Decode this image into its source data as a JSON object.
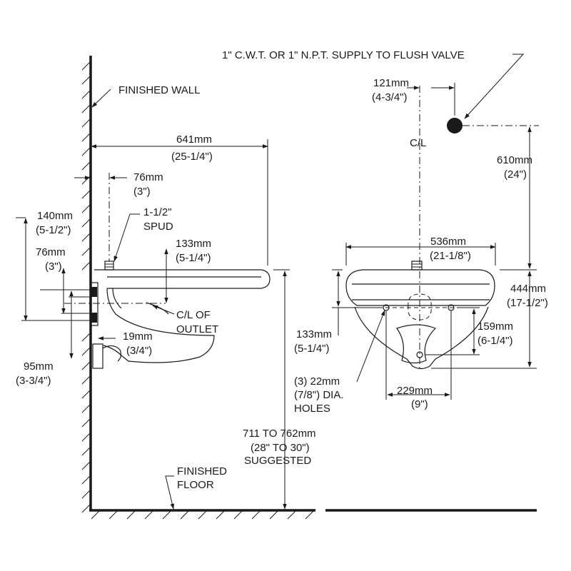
{
  "colors": {
    "line": "#1a1a1a",
    "background": "#ffffff"
  },
  "labels": {
    "supply": "1\" C.W.T. OR 1\" N.P.T. SUPPLY TO FLUSH VALVE",
    "finished_wall": "FINISHED WALL",
    "finished_floor": [
      "FINISHED",
      "FLOOR"
    ],
    "spud": [
      "1-1/2\"",
      "SPUD"
    ],
    "cl_outlet": [
      "C/L OF",
      "OUTLET"
    ],
    "cl": "C/L",
    "holes": [
      "(3) 22mm",
      "(7/8\") DIA.",
      "HOLES"
    ],
    "suggested": [
      "711 TO 762mm",
      "(28\" TO 30\")",
      "SUGGESTED"
    ]
  },
  "dimensions": {
    "d641": [
      "641mm",
      "(25-1/4\")"
    ],
    "d76_top": [
      "76mm",
      "(3\")"
    ],
    "d140": [
      "140mm",
      "(5-1/2\")"
    ],
    "d76_side": [
      "76mm",
      "(3\")"
    ],
    "d133_side": [
      "133mm",
      "(5-1/4\")"
    ],
    "d19": [
      "19mm",
      "(3/4\")"
    ],
    "d95": [
      "95mm",
      "(3-3/4\")"
    ],
    "d121": [
      "121mm",
      "(4-3/4\")"
    ],
    "d610": [
      "610mm",
      "(24\")"
    ],
    "d536": [
      "536mm",
      "(21-1/8\")"
    ],
    "d444": [
      "444mm",
      "(17-1/2\")"
    ],
    "d159": [
      "159mm",
      "(6-1/4\")"
    ],
    "d133_front": [
      "133mm",
      "(5-1/4\")"
    ],
    "d229": [
      "229mm",
      "(9\")"
    ]
  }
}
